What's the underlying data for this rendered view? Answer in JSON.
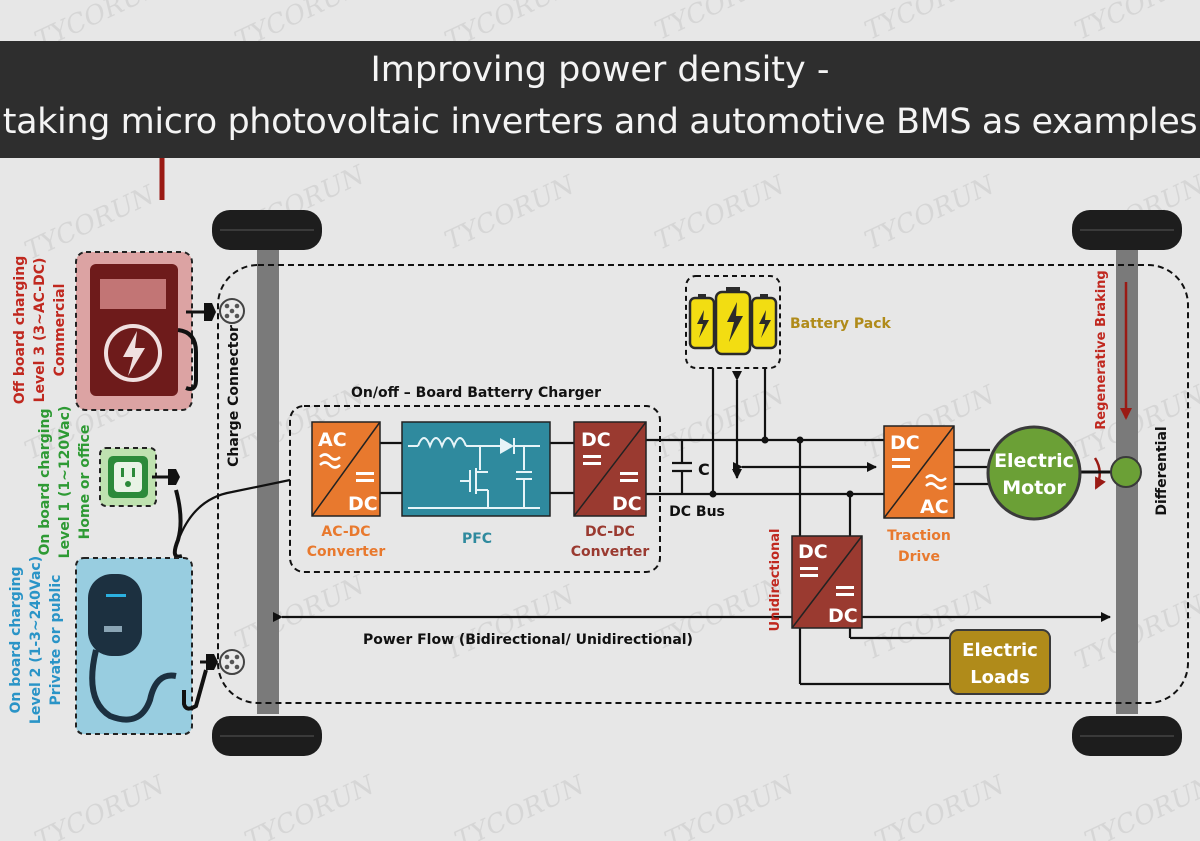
{
  "header": {
    "title_line1": "Improving power density -",
    "title_line2": "taking micro photovoltaic inverters and automotive BMS as examples"
  },
  "watermark": "TYCORUN",
  "charging": {
    "level3": [
      "Off board charging",
      "Level 3 (3~AC-DC)",
      "Commercial"
    ],
    "level1": [
      "On board charging",
      "Level 1 (1~120Vac)",
      "Home or office"
    ],
    "level2": [
      "On board charging",
      "Level 2 (1-3~240Vac)",
      "Private or public"
    ]
  },
  "labels": {
    "charge_connector": "Charge Connector",
    "charger_group": "On/off – Board Batterry Charger",
    "battery_pack": "Battery Pack",
    "capacitor": "C",
    "dc_bus": "DC Bus",
    "power_flow": "Power Flow (Bidirectional/ Unidirectional)",
    "regen": "Regenerative Braking",
    "differential": "Differential",
    "unidirectional": "Unidirectional"
  },
  "blocks": {
    "acdc": {
      "top": "AC",
      "bottom": "DC",
      "caption1": "AC-DC",
      "caption2": "Converter"
    },
    "pfc": {
      "caption": "PFC"
    },
    "dcdc": {
      "top": "DC",
      "bottom": "DC",
      "caption1": "DC-DC",
      "caption2": "Converter"
    },
    "traction": {
      "top": "DC",
      "bottom": "AC",
      "caption1": "Traction",
      "caption2": "Drive"
    },
    "aux_dcdc": {
      "top": "DC",
      "bottom": "DC"
    },
    "motor": {
      "line1": "Electric",
      "line2": "Motor"
    },
    "loads": {
      "line1": "Electric",
      "line2": "Loads"
    }
  },
  "colors": {
    "orange": "#e8792e",
    "dark_red": "#9a3a30",
    "teal": "#2f8a9e",
    "green": "#6ba036",
    "olive": "#b08b1a",
    "yellow": "#f2dd12",
    "red_text": "#c0281f",
    "green_text": "#2e9a34",
    "blue_text": "#2a94c7"
  }
}
